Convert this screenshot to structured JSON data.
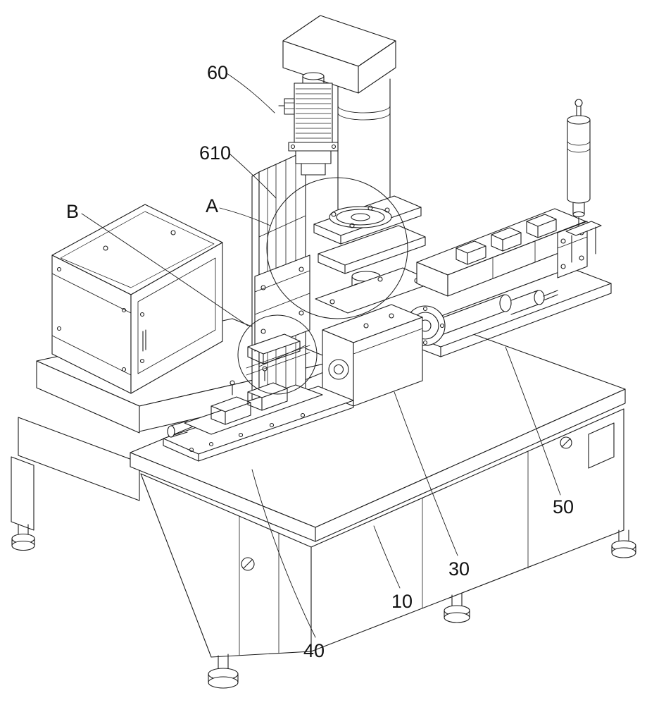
{
  "diagram": {
    "description": "Isometric patent-style line drawing of a machine assembly with numbered callouts",
    "colors": {
      "line": "#1b1b1b",
      "background": "#ffffff"
    },
    "callouts": {
      "c60": "60",
      "c610": "610",
      "cB": "B",
      "cA": "A",
      "c50": "50",
      "c30": "30",
      "c10": "10",
      "c40": "40"
    }
  }
}
